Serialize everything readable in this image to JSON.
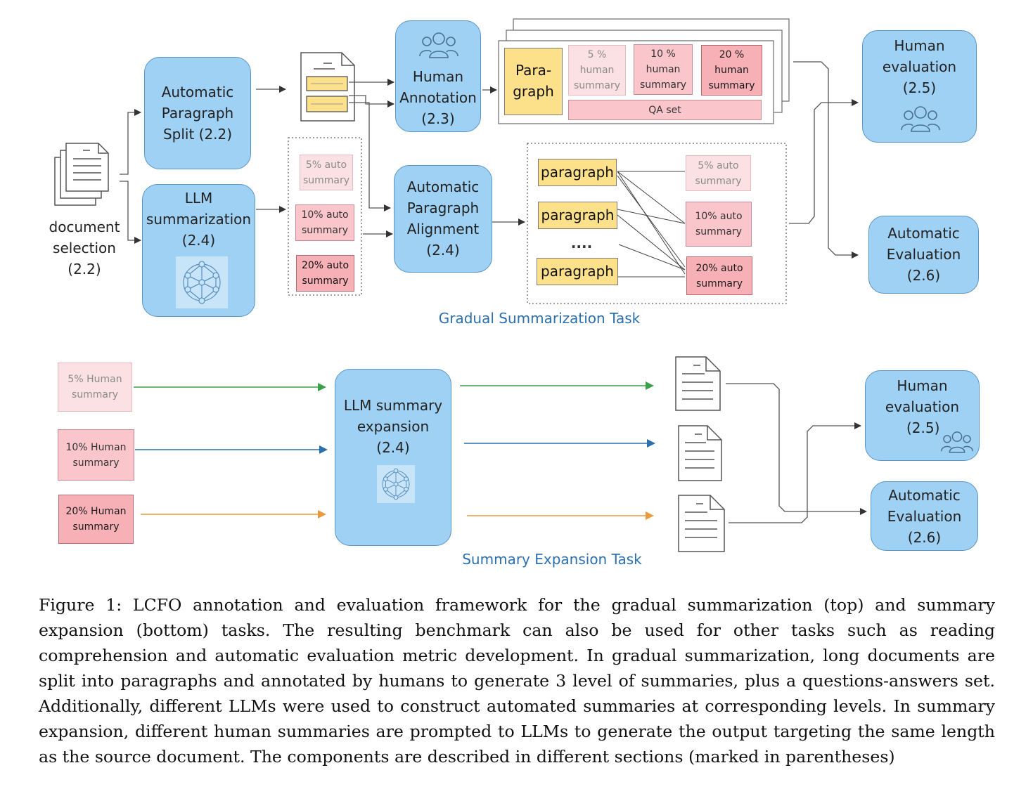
{
  "top": {
    "document_selection": [
      "document",
      "selection",
      "(2.2)"
    ],
    "paragraph_split": [
      "Automatic",
      "Paragraph",
      "Split (2.2)"
    ],
    "llm_summarization": [
      "LLM",
      "summarization",
      "(2.4)"
    ],
    "human_annotation": [
      "Human",
      "Annotation",
      "(2.3)"
    ],
    "paragraph_alignment": [
      "Automatic",
      "Paragraph",
      "Alignment",
      "(2.4)"
    ],
    "human_evaluation": [
      "Human",
      "evaluation",
      "(2.5)"
    ],
    "automatic_evaluation": [
      "Automatic",
      "Evaluation",
      "(2.6)"
    ],
    "annotation_card": {
      "paragraph": [
        "Para-",
        "graph"
      ],
      "summaries": [
        [
          "5 %",
          "human",
          "summary"
        ],
        [
          "10 %",
          "human",
          "summary"
        ],
        [
          "20 %",
          "human",
          "summary"
        ]
      ],
      "qa": "QA set"
    },
    "auto_summaries": [
      [
        "5% auto",
        "summary"
      ],
      [
        "10% auto",
        "summary"
      ],
      [
        "20% auto",
        "summary"
      ]
    ],
    "alignment": {
      "paragraph": "paragraph",
      "ellipsis": "....",
      "summaries": [
        [
          "5% auto",
          "summary"
        ],
        [
          "10% auto",
          "summary"
        ],
        [
          "20% auto",
          "summary"
        ]
      ]
    },
    "title": "Gradual Summarization Task"
  },
  "bottom": {
    "human_summaries": [
      [
        "5% Human",
        "summary"
      ],
      [
        "10% Human",
        "summary"
      ],
      [
        "20% Human",
        "summary"
      ]
    ],
    "expansion": [
      "LLM summary",
      "expansion",
      "(2.4)"
    ],
    "human_evaluation": [
      "Human",
      "evaluation",
      "(2.5)"
    ],
    "automatic_evaluation": [
      "Automatic",
      "Evaluation",
      "(2.6)"
    ],
    "title": "Summary Expansion Task",
    "arrow_colors": [
      "#3aa04a",
      "#2a6fb0",
      "#e89a3c"
    ]
  },
  "caption": "Figure 1: LCFO annotation and evaluation framework for the gradual summarization (top) and summary expansion (bottom) tasks. The resulting benchmark can also be used for other tasks such as reading comprehension and automatic evaluation metric development. In gradual summarization, long documents are split into paragraphs and annotated by humans to generate 3 level of summaries, plus a questions-answers set. Additionally, different LLMs were used to construct automated summaries at corresponding levels. In summary expansion, different human summaries are prompted to LLMs to generate the output targeting the same length as the source document. The components are described in different sections (marked in parentheses)"
}
